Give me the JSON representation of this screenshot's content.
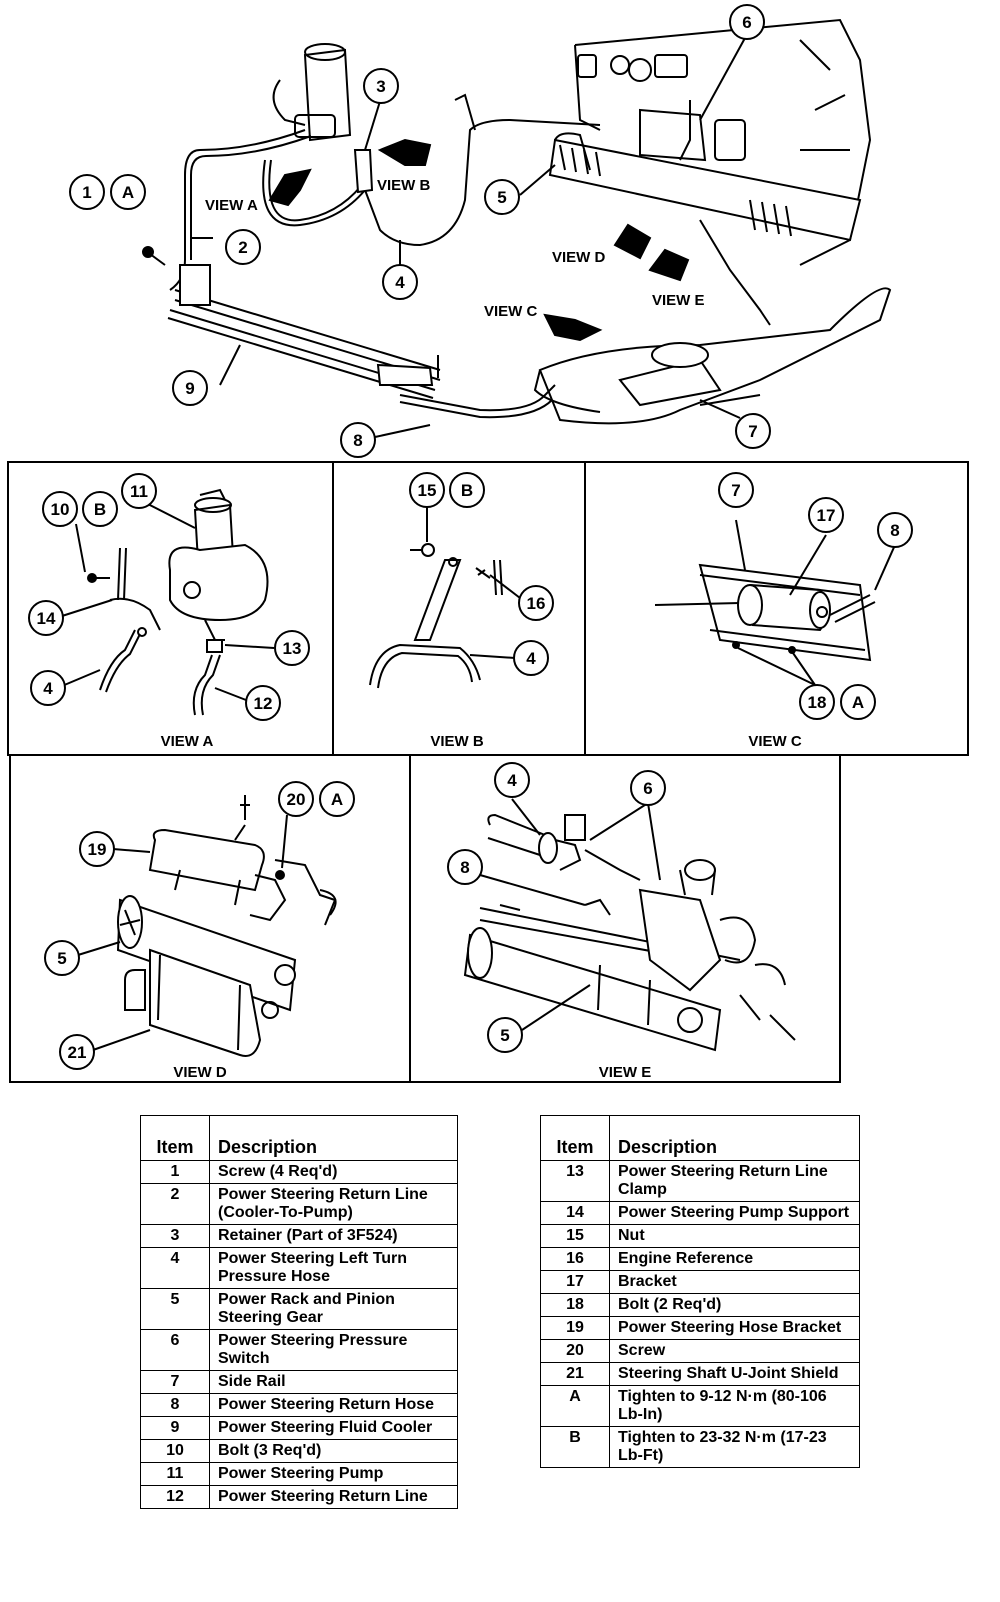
{
  "views": {
    "A": "VIEW A",
    "B": "VIEW B",
    "C": "VIEW C",
    "D": "VIEW D",
    "E": "VIEW E"
  },
  "letters": {
    "A": "A",
    "B": "B"
  },
  "table_headers": {
    "item": "Item",
    "description": "Description"
  },
  "left_table": [
    {
      "item": "1",
      "description": "Screw (4 Req'd)"
    },
    {
      "item": "2",
      "description": "Power Steering Return Line (Cooler-To-Pump)"
    },
    {
      "item": "3",
      "description": "Retainer (Part of 3F524)"
    },
    {
      "item": "4",
      "description": "Power Steering Left Turn Pressure Hose"
    },
    {
      "item": "5",
      "description": "Power Rack and Pinion Steering Gear"
    },
    {
      "item": "6",
      "description": "Power Steering Pressure Switch"
    },
    {
      "item": "7",
      "description": "Side Rail"
    },
    {
      "item": "8",
      "description": "Power Steering Return Hose"
    },
    {
      "item": "9",
      "description": "Power Steering Fluid Cooler"
    },
    {
      "item": "10",
      "description": "Bolt (3 Req'd)"
    },
    {
      "item": "11",
      "description": "Power Steering Pump"
    },
    {
      "item": "12",
      "description": "Power Steering Return Line"
    }
  ],
  "right_table": [
    {
      "item": "13",
      "description": "Power Steering Return Line Clamp"
    },
    {
      "item": "14",
      "description": "Power Steering Pump Support"
    },
    {
      "item": "15",
      "description": "Nut"
    },
    {
      "item": "16",
      "description": "Engine Reference"
    },
    {
      "item": "17",
      "description": "Bracket"
    },
    {
      "item": "18",
      "description": "Bolt (2 Req'd)"
    },
    {
      "item": "19",
      "description": "Power Steering Hose Bracket"
    },
    {
      "item": "20",
      "description": "Screw"
    },
    {
      "item": "21",
      "description": "Steering Shaft U-Joint Shield"
    },
    {
      "item": "A",
      "description": "Tighten to 9-12 N·m (80-106 Lb-In)"
    },
    {
      "item": "B",
      "description": "Tighten to 23-32 N·m (17-23 Lb-Ft)"
    }
  ],
  "callouts": {
    "main": [
      "1",
      "2",
      "3",
      "4",
      "5",
      "6",
      "7",
      "8",
      "9"
    ],
    "view_a": [
      "10",
      "11",
      "14",
      "4",
      "13",
      "12"
    ],
    "view_b": [
      "15",
      "16",
      "4"
    ],
    "view_c": [
      "7",
      "17",
      "8",
      "18"
    ],
    "view_d": [
      "20",
      "19",
      "5",
      "21"
    ],
    "view_e": [
      "4",
      "6",
      "8",
      "5"
    ]
  }
}
